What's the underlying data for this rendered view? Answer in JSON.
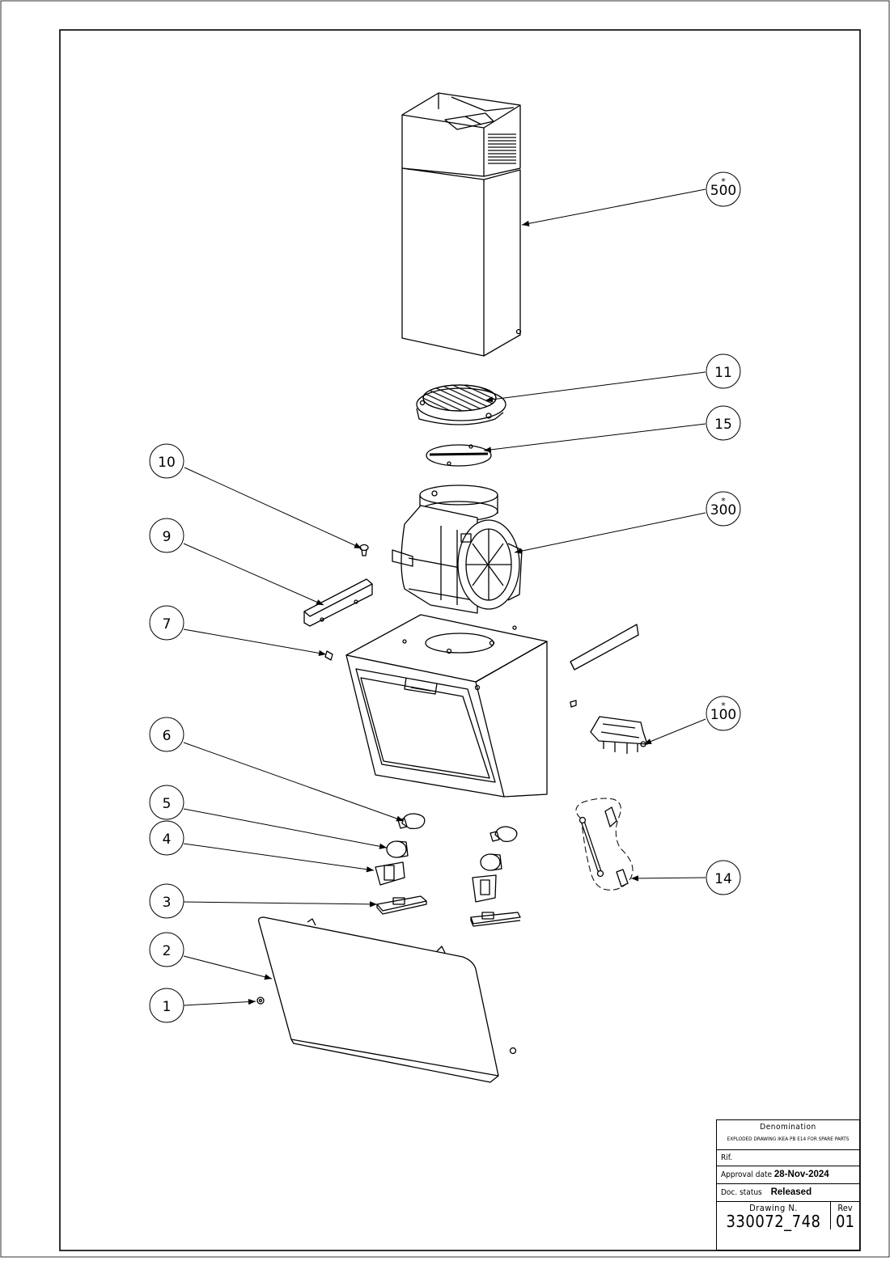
{
  "callouts": [
    {
      "id": "c500",
      "label": "500",
      "star": true
    },
    {
      "id": "c11",
      "label": "11",
      "star": false
    },
    {
      "id": "c15",
      "label": "15",
      "star": false
    },
    {
      "id": "c10",
      "label": "10",
      "star": false
    },
    {
      "id": "c300",
      "label": "300",
      "star": true
    },
    {
      "id": "c9",
      "label": "9",
      "star": false
    },
    {
      "id": "c7",
      "label": "7",
      "star": false
    },
    {
      "id": "c100",
      "label": "100",
      "star": true
    },
    {
      "id": "c6",
      "label": "6",
      "star": false
    },
    {
      "id": "c5",
      "label": "5",
      "star": false
    },
    {
      "id": "c4",
      "label": "4",
      "star": false
    },
    {
      "id": "c14",
      "label": "14",
      "star": false
    },
    {
      "id": "c3",
      "label": "3",
      "star": false
    },
    {
      "id": "c2",
      "label": "2",
      "star": false
    },
    {
      "id": "c1",
      "label": "1",
      "star": false
    }
  ],
  "title_block": {
    "denomination_label": "Denomination",
    "denomination_value": "EXPLODED DRAWING IKEA PB E14 FOR SPARE PARTS",
    "rif_label": "Rif.",
    "approval_label": "Approval date",
    "approval_value": "28-Nov-2024",
    "status_label": "Doc. status",
    "status_value": "Released",
    "drawing_label": "Drawing N.",
    "drawing_value": "330072_748",
    "rev_label": "Rev",
    "rev_value": "01"
  }
}
